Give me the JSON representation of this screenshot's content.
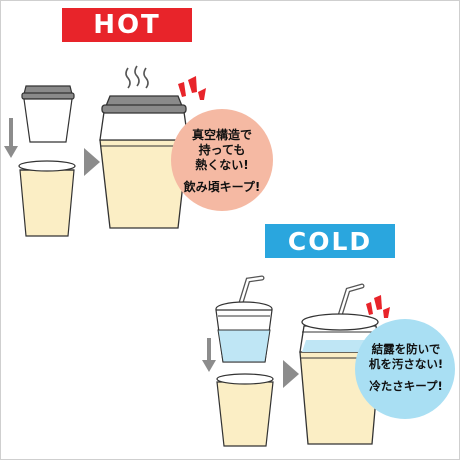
{
  "hot": {
    "label": "HOT",
    "bubble_lines": [
      "真空構造で",
      "持っても",
      "熱くない!"
    ],
    "bubble_tail": "飲み頃キープ!"
  },
  "cold": {
    "label": "COLD",
    "bubble_lines": [
      "結露を防いで",
      "机を汚さない!"
    ],
    "bubble_tail": "冷たさキープ!"
  },
  "colors": {
    "hot_banner": "#e8242a",
    "cold_banner": "#2aa6de",
    "hot_bubble": "#f5b9a3",
    "cold_bubble": "#a9dff3",
    "drink": "#fbeec5",
    "lid": "#8a8a8a",
    "arrow": "#8c8c8c"
  },
  "icons": [
    "down-arrow-icon",
    "right-arrow-icon",
    "steam-icon",
    "exclamation-mark-icon",
    "straw-icon"
  ]
}
